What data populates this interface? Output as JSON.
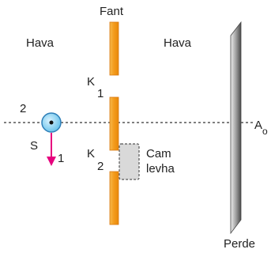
{
  "labels": {
    "fant": "Fant",
    "hava_left": "Hava",
    "hava_right": "Hava",
    "k1": "K",
    "k1_sub": "1",
    "k2": "K",
    "k2_sub": "2",
    "source": "S",
    "axis_2": "2",
    "axis_1": "1",
    "glass_line1": "Cam",
    "glass_line2": "levha",
    "point_a": "A",
    "point_a_sub": "o",
    "screen": "Perde"
  },
  "colors": {
    "slit_fill": "#f5a623",
    "slit_stroke": "#d9780f",
    "source_fill": "#7fd0f0",
    "source_stroke": "#2f7fb8",
    "arrow": "#e6007e",
    "glass_fill": "#d6d6d6",
    "glass_stroke": "#555555",
    "screen_light": "#d9d9d9",
    "screen_dark": "#555555",
    "axis_line": "#333333"
  }
}
